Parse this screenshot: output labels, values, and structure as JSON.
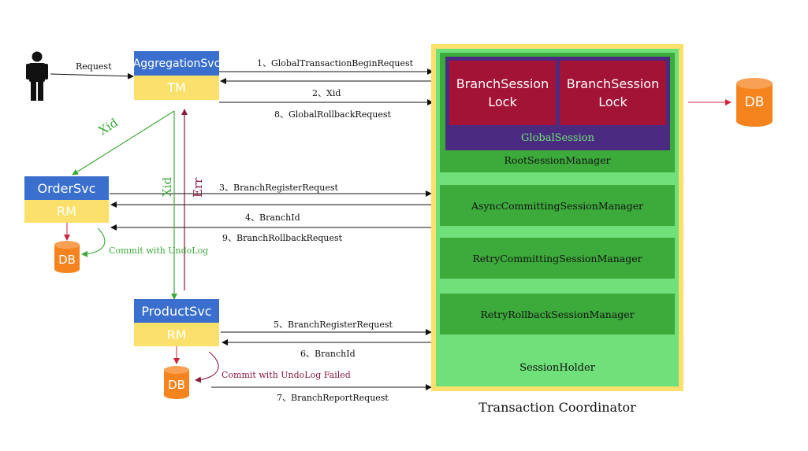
{
  "user": {
    "request_label": "Request"
  },
  "aggregation": {
    "title": "AggregationSvc",
    "role": "TM"
  },
  "order": {
    "title": "OrderSvc",
    "role": "RM"
  },
  "product": {
    "title": "ProductSvc",
    "role": "RM"
  },
  "databases": {
    "label": "DB"
  },
  "flows": {
    "xid_to_order": "Xid",
    "xid_to_product": "Xid",
    "err_from_product": "Err",
    "order_commit": "Commit with UndoLog",
    "product_commit_failed": "Commit with UndoLog Failed"
  },
  "messages": {
    "m1": "1、GlobalTransactionBeginRequest",
    "m2": "2、Xid",
    "m8": "8、GlobalRollbackRequest",
    "m3": "3、BranchRegisterRequest",
    "m4": "4、BranchId",
    "m9": "9、BranchRollbackRequest",
    "m5": "5、BranchRegisterRequest",
    "m6": "6、BranchId",
    "m7": "7、BranchReportRequest"
  },
  "coordinator": {
    "caption": "Transaction Coordinator",
    "lock1": "BranchSession Lock",
    "lock2": "BranchSession Lock",
    "global_session": "GlobalSession",
    "root_manager": "RootSessionManager",
    "async_manager": "AsyncCommittingSessionManager",
    "retry_commit_manager": "RetryCommittingSessionManager",
    "retry_rollback_manager": "RetryRollbackSessionManager",
    "session_holder": "SessionHolder"
  },
  "colors": {
    "service_blue": "#3a6fce",
    "role_yellow": "#fbe16b",
    "db_orange": "#f5841f",
    "xid_green": "#3daa3c",
    "err_red": "#8b1a3a",
    "coordinator_border": "#fbe16b",
    "holder_green": "#6fe07a",
    "lock_red": "#a31336",
    "global_session_purple": "#4b2b7f"
  }
}
